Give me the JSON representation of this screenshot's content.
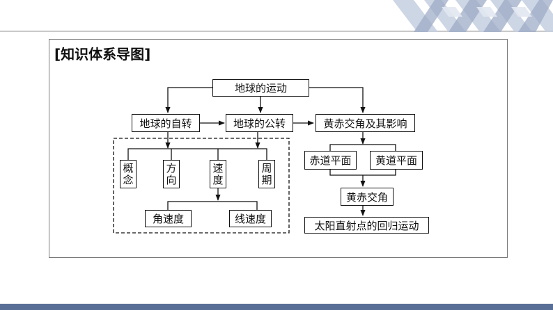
{
  "title": "[知识体系导图]",
  "nodes": {
    "earth_motion": "地球的运动",
    "rotation": "地球的自转",
    "revolution": "地球的公转",
    "obliquity_influence": "黄赤交角及其影响",
    "concept": "概念",
    "direction": "方向",
    "speed": "速度",
    "period": "周期",
    "angular_speed": "角速度",
    "linear_speed": "线速度",
    "equator_plane": "赤道平面",
    "ecliptic_plane": "黄道平面",
    "obliquity": "黄赤交角",
    "sun_migration": "太阳直射点的回归运动"
  }
}
